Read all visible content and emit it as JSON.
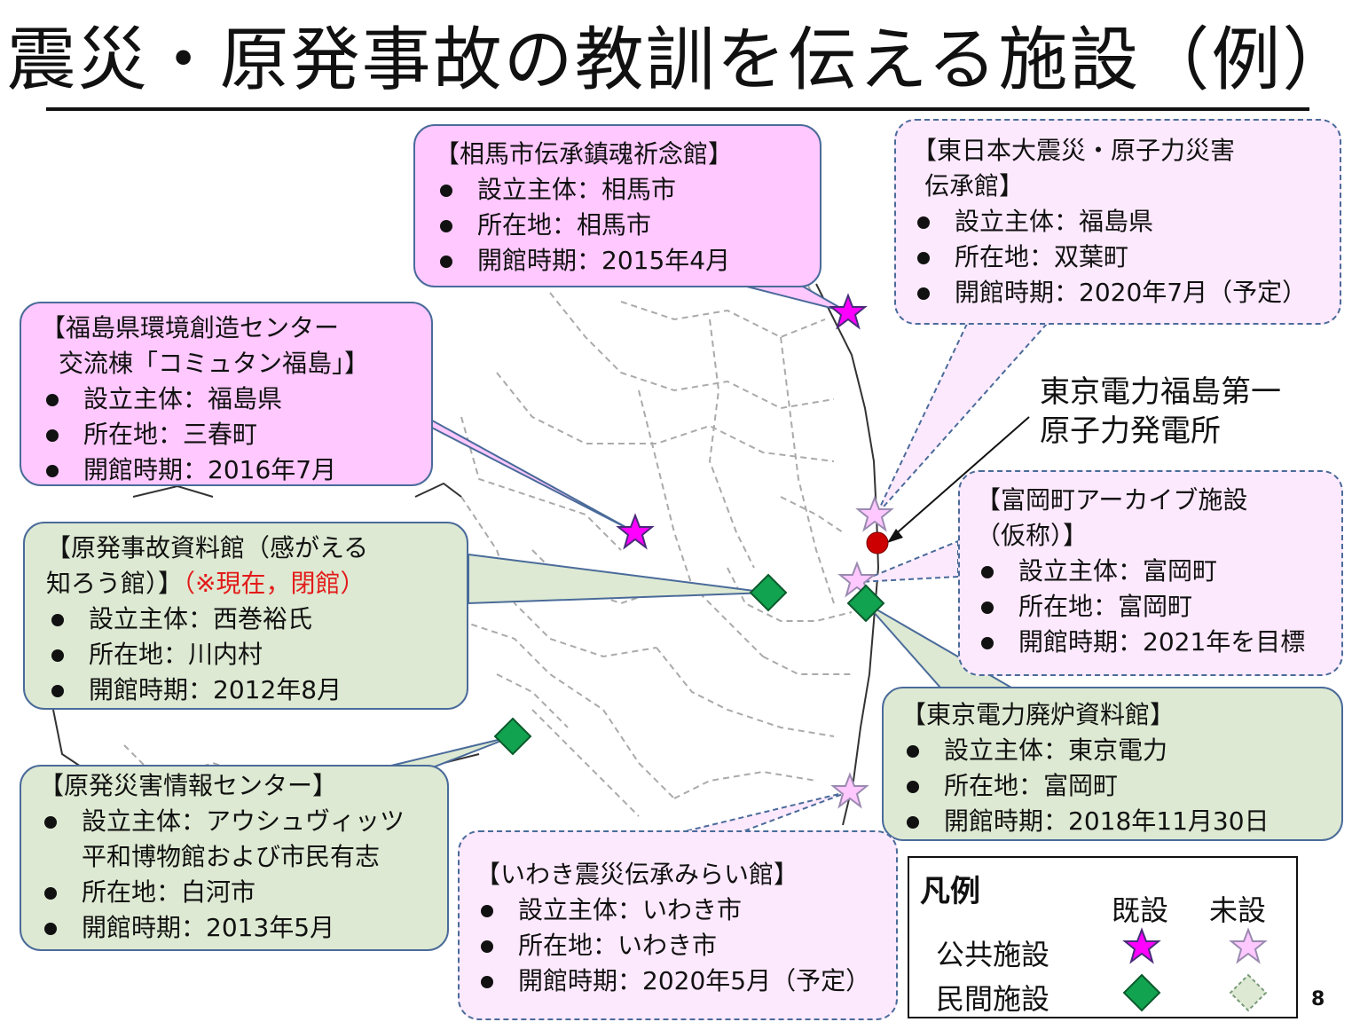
{
  "title": "震災・原発事故の教訓を伝える施設（例）",
  "facilities": {
    "soma": {
      "name": "【相馬市伝承鎮魂祈念館】",
      "items": [
        "設立主体：相馬市",
        "所在地：相馬市",
        "開館時期：2015年4月"
      ]
    },
    "denshokan": {
      "name_line1": "【東日本大震災・原子力災害",
      "name_line2": "伝承館】",
      "items": [
        "設立主体：福島県",
        "所在地：双葉町",
        "開館時期：2020年7月（予定）"
      ]
    },
    "commutan": {
      "name_line1": "【福島県環境創造センター",
      "name_line2": "交流棟「コミュタン福島」】",
      "items": [
        "設立主体：福島県",
        "所在地：三春町",
        "開館時期：2016年7月"
      ]
    },
    "kangaeru": {
      "name_line1": "【原発事故資料館（感がえる",
      "name_line2": "知ろう館）】",
      "note": "（※現在，閉館）",
      "items": [
        "設立主体：西巻裕氏",
        "所在地：川内村",
        "開館時期：2012年8月"
      ]
    },
    "tomioka": {
      "name_line1": "【富岡町アーカイブ施設",
      "name_line2": "（仮称）】",
      "items": [
        "設立主体：富岡町",
        "所在地：富岡町",
        "開館時期：2021年を目標"
      ]
    },
    "tepco_museum": {
      "name": "【東京電力廃炉資料館】",
      "items": [
        "設立主体：東京電力",
        "所在地：富岡町",
        "開館時期：2018年11月30日"
      ]
    },
    "genpatsu_center": {
      "name": "【原発災害情報センター】",
      "item1_line1": "設立主体：アウシュヴィッツ",
      "item1_line2": "平和博物館および市民有志",
      "items": [
        "所在地：白河市",
        "開館時期：2013年5月"
      ]
    },
    "iwaki": {
      "name": "【いわき震災伝承みらい館】",
      "items": [
        "設立主体：いわき市",
        "所在地：いわき市",
        "開館時期：2020年5月（予定）"
      ]
    }
  },
  "plant_label": {
    "line1": "東京電力福島第一",
    "line2": "原子力発電所"
  },
  "legend": {
    "title": "凡例",
    "col_existing": "既設",
    "col_planned": "未設",
    "row_public": "公共施設",
    "row_private": "民間施設"
  },
  "colors": {
    "public_existing": "#ff00ff",
    "public_planned": "#ffc8ff",
    "private_existing": "#12a350",
    "private_planned": "#dde9d2",
    "plant": "#cc0000",
    "callout_border": "#4a6b9a"
  },
  "page_number": "8"
}
